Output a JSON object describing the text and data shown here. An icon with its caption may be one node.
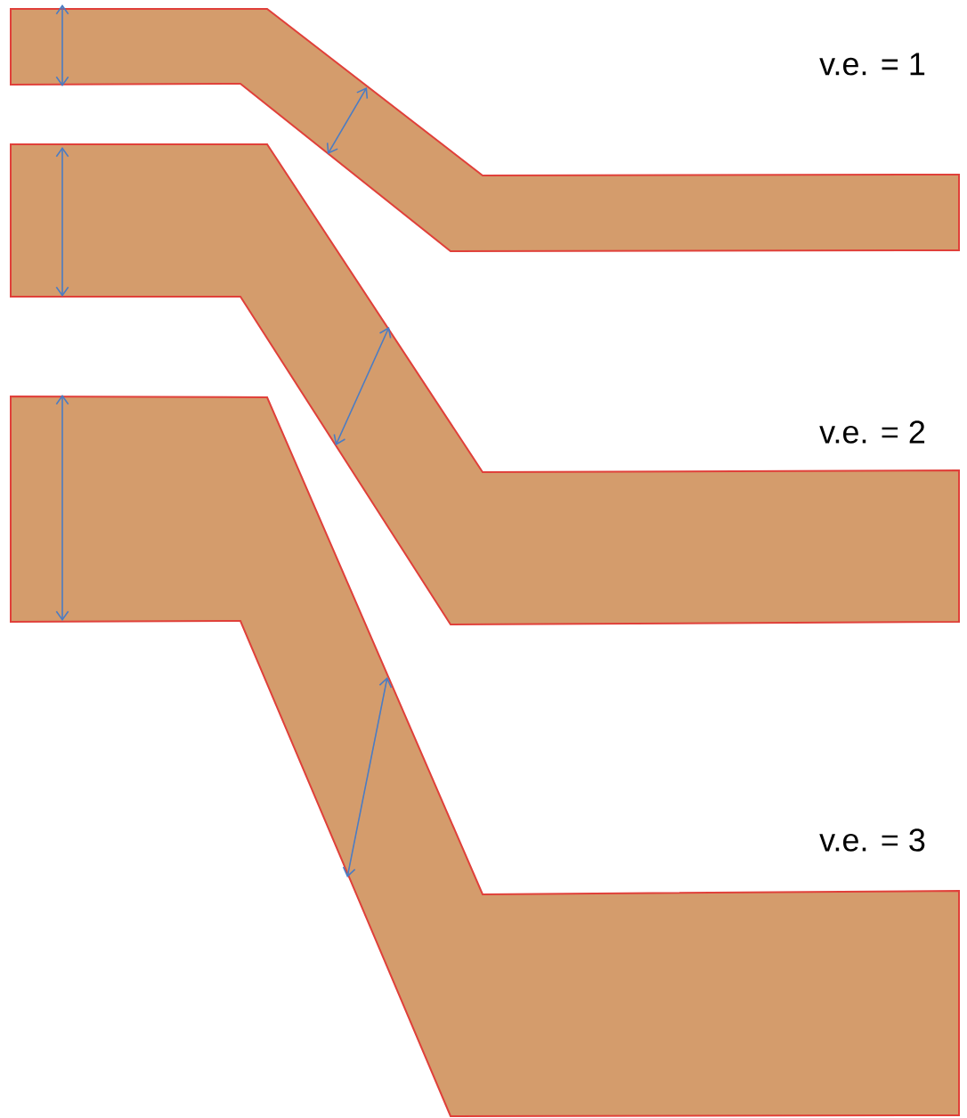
{
  "diagram": {
    "labels": [
      "v.e. = 1",
      "v.e. = 2",
      "v.e. = 3"
    ]
  }
}
